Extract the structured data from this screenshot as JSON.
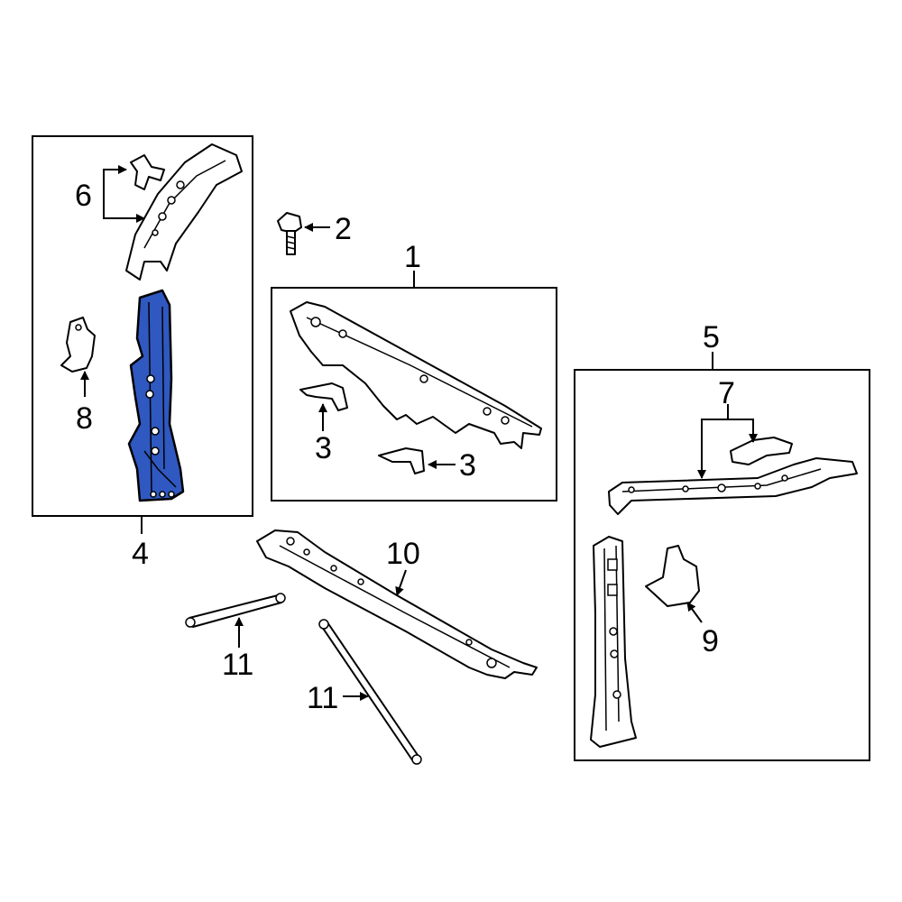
{
  "diagram": {
    "highlight_color": "#2f58c0",
    "callouts": [
      {
        "id": "c1",
        "text": "1"
      },
      {
        "id": "c2",
        "text": "2"
      },
      {
        "id": "c3a",
        "text": "3"
      },
      {
        "id": "c3b",
        "text": "3"
      },
      {
        "id": "c4",
        "text": "4"
      },
      {
        "id": "c5",
        "text": "5"
      },
      {
        "id": "c6",
        "text": "6"
      },
      {
        "id": "c7",
        "text": "7"
      },
      {
        "id": "c8",
        "text": "8"
      },
      {
        "id": "c9",
        "text": "9"
      },
      {
        "id": "c10",
        "text": "10"
      },
      {
        "id": "c11a",
        "text": "11"
      },
      {
        "id": "c11b",
        "text": "11"
      }
    ]
  }
}
